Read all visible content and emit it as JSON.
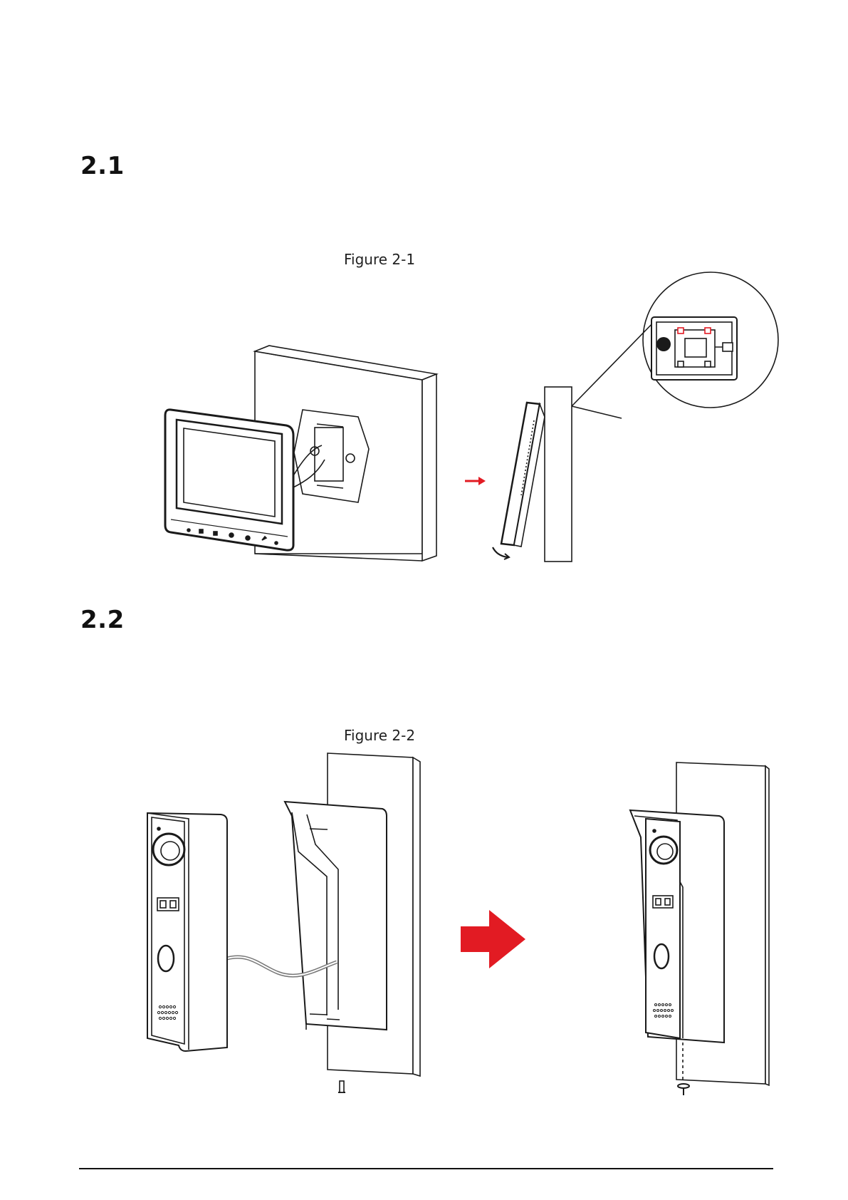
{
  "sections": [
    {
      "number": "2.1",
      "figure_caption": "Figure 2-1"
    },
    {
      "number": "2.2",
      "figure_caption": "Figure 2-2"
    }
  ],
  "colors": {
    "accent_arrow": "#e21b23",
    "line": "#1a1a1a"
  },
  "icons": [
    "monitor-illustration",
    "wall-bracket",
    "red-arrow-icon",
    "magnifier-detail",
    "door-station-illustration",
    "rain-shield",
    "screw-icon"
  ]
}
